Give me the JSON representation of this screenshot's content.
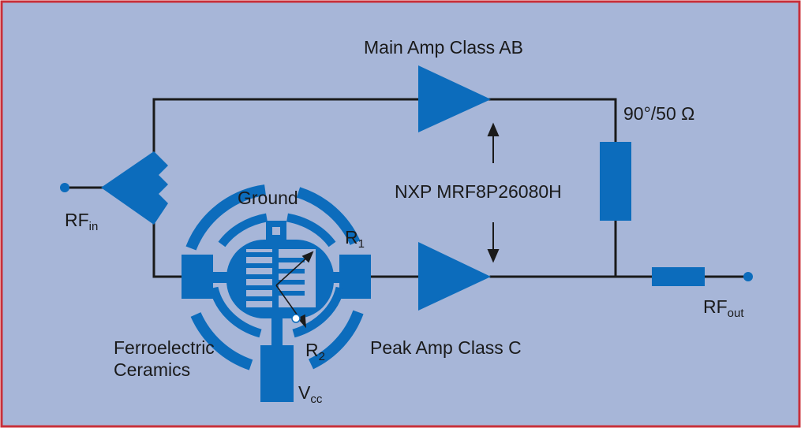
{
  "colors": {
    "background": "#a7b6d8",
    "border": "#c8303a",
    "component": "#0c6cbc",
    "wire": "#1a1a1a"
  },
  "labels": {
    "main_amp": "Main Amp Class AB",
    "peak_amp": "Peak Amp Class C",
    "transmission_line": "90°/50 Ω",
    "transistor": "NXP MRF8P26080H",
    "ground": "Ground",
    "ferroelectric_line1": "Ferroelectric",
    "ferroelectric_line2": "Ceramics",
    "rf_in": {
      "main": "RF",
      "sub": "in"
    },
    "rf_out": {
      "main": "RF",
      "sub": "out"
    },
    "r1": {
      "main": "R",
      "sub": "1"
    },
    "r2": {
      "main": "R",
      "sub": "2"
    },
    "vcc": {
      "main": "V",
      "sub": "cc"
    }
  }
}
